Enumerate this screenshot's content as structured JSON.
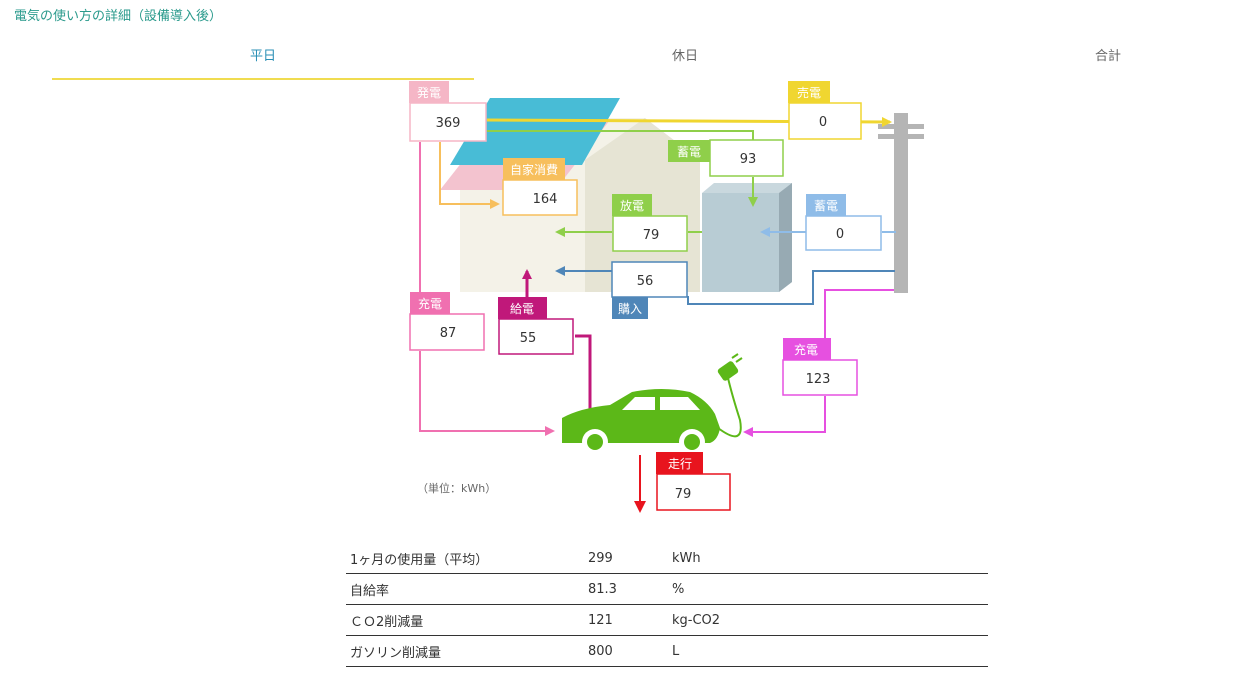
{
  "page": {
    "title": "電気の使い方の詳細（設備導入後）"
  },
  "tabs": [
    {
      "label": "平日",
      "active": true
    },
    {
      "label": "休日",
      "active": false
    },
    {
      "label": "合計",
      "active": false
    }
  ],
  "flows": {
    "generation": {
      "label": "発電",
      "value": "369",
      "color": "#f5b6c6"
    },
    "self_consumption": {
      "label": "自家消費",
      "value": "164",
      "color": "#f7bf5c"
    },
    "battery_charge": {
      "label": "蓄電",
      "value": "93",
      "color": "#8fcf4a"
    },
    "battery_discharge": {
      "label": "放電",
      "value": "79",
      "color": "#8fcf4a"
    },
    "sell": {
      "label": "売電",
      "value": "0",
      "color": "#f0d630"
    },
    "grid_to_battery": {
      "label": "蓄電",
      "value": "0",
      "color": "#8fbce8"
    },
    "purchase": {
      "label": "購入",
      "value": "56",
      "color": "#4f86b8"
    },
    "ev_charge_solar": {
      "label": "充電",
      "value": "87",
      "color": "#f070b0"
    },
    "ev_supply": {
      "label": "給電",
      "value": "55",
      "color": "#c0187a"
    },
    "ev_charge_grid": {
      "label": "充電",
      "value": "123",
      "color": "#e650e0"
    },
    "driving": {
      "label": "走行",
      "value": "79",
      "color": "#e8141e"
    }
  },
  "unit_note": "（単位：kWh）",
  "summary": [
    {
      "label": "1ヶ月の使用量（平均）",
      "value": "299",
      "unit": "kWh"
    },
    {
      "label": "自給率",
      "value": "81.3",
      "unit": "%"
    },
    {
      "label": "ＣＯ2削減量",
      "value": "121",
      "unit": "kg-CO2"
    },
    {
      "label": "ガソリン削減量",
      "value": "800",
      "unit": "L"
    }
  ]
}
